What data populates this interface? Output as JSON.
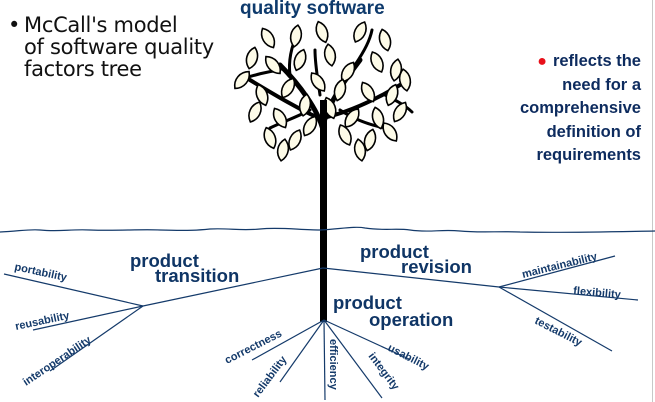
{
  "slide": {
    "bullet_text_lines": [
      "McCall's model",
      "of software quality",
      "factors tree"
    ],
    "bullet_glyph": "•",
    "top_label": "quality software",
    "note": {
      "bullet_glyph": "●",
      "lines": [
        "reflects the",
        "need for a",
        "comprehensive",
        "definition of",
        "requirements"
      ],
      "bullet_color": "#e8101a",
      "text_color": "#0d2b5e"
    }
  },
  "diagram": {
    "tree_icon": "tree-with-leaves-icon",
    "ground_color": "#143a6a",
    "groups": [
      {
        "id": "transition",
        "label_lines": [
          "product",
          "transition"
        ],
        "factors": [
          "portability",
          "reusability",
          "interoperability"
        ]
      },
      {
        "id": "revision",
        "label_lines": [
          "product",
          "revision"
        ],
        "factors": [
          "maintainability",
          "flexibility",
          "testability"
        ]
      },
      {
        "id": "operation",
        "label_lines": [
          "product",
          "operation"
        ],
        "factors": [
          "correctness",
          "reliability",
          "efficiency",
          "integrity",
          "usability"
        ]
      }
    ]
  }
}
